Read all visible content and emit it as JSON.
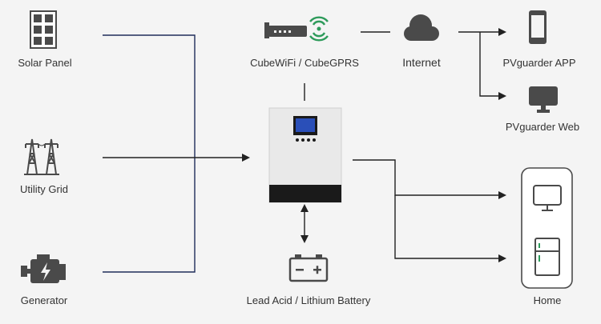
{
  "labels": {
    "solar_panel": "Solar Panel",
    "utility_grid": "Utility Grid",
    "generator": "Generator",
    "cube_wifi": "CubeWiFi / CubeGPRS",
    "internet": "Internet",
    "pvguarder_app": "PVguarder APP",
    "pvguarder_web": "PVguarder Web",
    "battery": "Lead Acid / Lithium Battery",
    "home": "Home"
  },
  "colors": {
    "background": "#f4f4f4",
    "icon": "#4a4a4a",
    "source_line": "#1f2d5a",
    "line": "#222222",
    "wifi_waves": "#2e9b5b",
    "inverter_body": "#e9e9e9",
    "inverter_base": "#1a1a1a",
    "inverter_screen": "#2a4fb8"
  },
  "icons": {
    "solar_panel": "solar-panel-icon",
    "utility_grid": "transmission-tower-icon",
    "generator": "engine-icon",
    "cube_wifi": "wifi-router-icon",
    "internet": "cloud-icon",
    "pvguarder_app": "smartphone-icon",
    "pvguarder_web": "monitor-icon",
    "inverter": "inverter-icon",
    "battery": "battery-icon",
    "home": "house-appliances-icon"
  }
}
